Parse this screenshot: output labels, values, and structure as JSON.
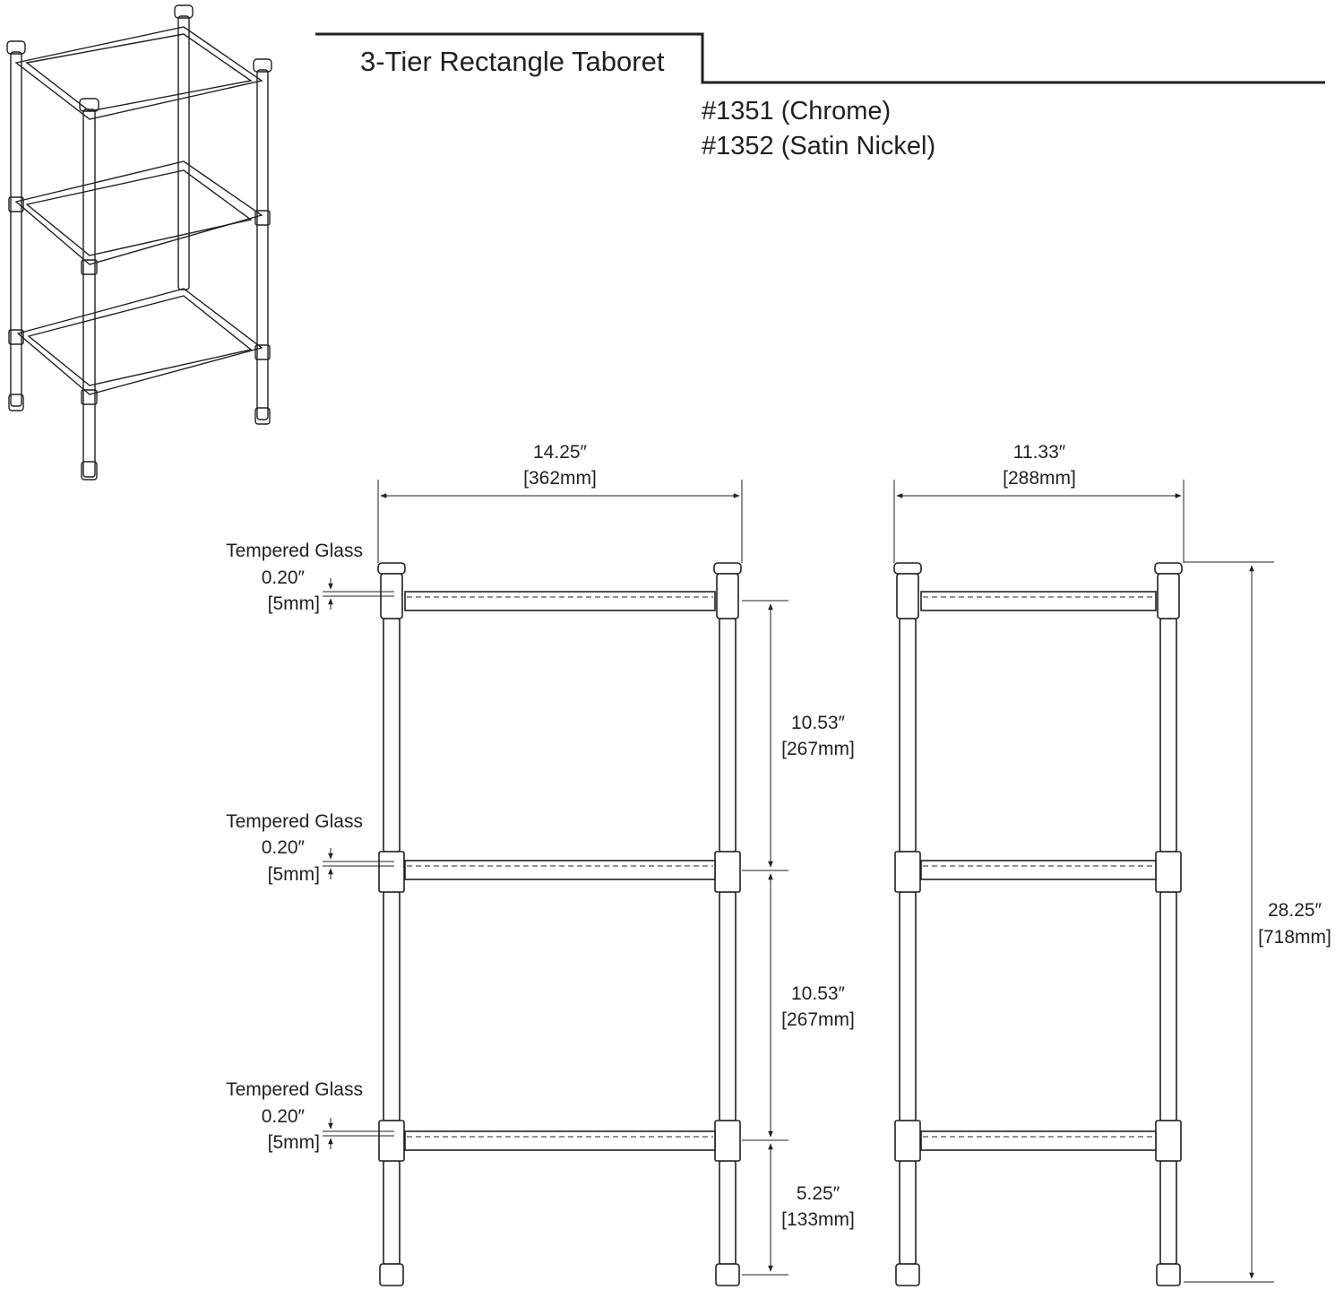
{
  "title": "3-Tier Rectangle Taboret",
  "models": [
    "#1351 (Chrome)",
    "#1352 (Satin Nickel)"
  ],
  "dimensions": {
    "width": {
      "in": "14.25″",
      "mm": "[362mm]"
    },
    "depth": {
      "in": "11.33″",
      "mm": "[288mm]"
    },
    "height": {
      "in": "28.25″",
      "mm": "[718mm]"
    },
    "tier_top": {
      "in": "10.53″",
      "mm": "[267mm]"
    },
    "tier_middle": {
      "in": "10.53″",
      "mm": "[267mm]"
    },
    "bottom_clearance": {
      "in": "5.25″",
      "mm": "[133mm]"
    }
  },
  "glass_labels": [
    {
      "name": "Tempered Glass",
      "in": "0.20″",
      "mm": "[5mm]"
    },
    {
      "name": "Tempered Glass",
      "in": "0.20″",
      "mm": "[5mm]"
    },
    {
      "name": "Tempered Glass",
      "in": "0.20″",
      "mm": "[5mm]"
    }
  ],
  "colors": {
    "ink": "#231f20",
    "background": "#ffffff"
  }
}
